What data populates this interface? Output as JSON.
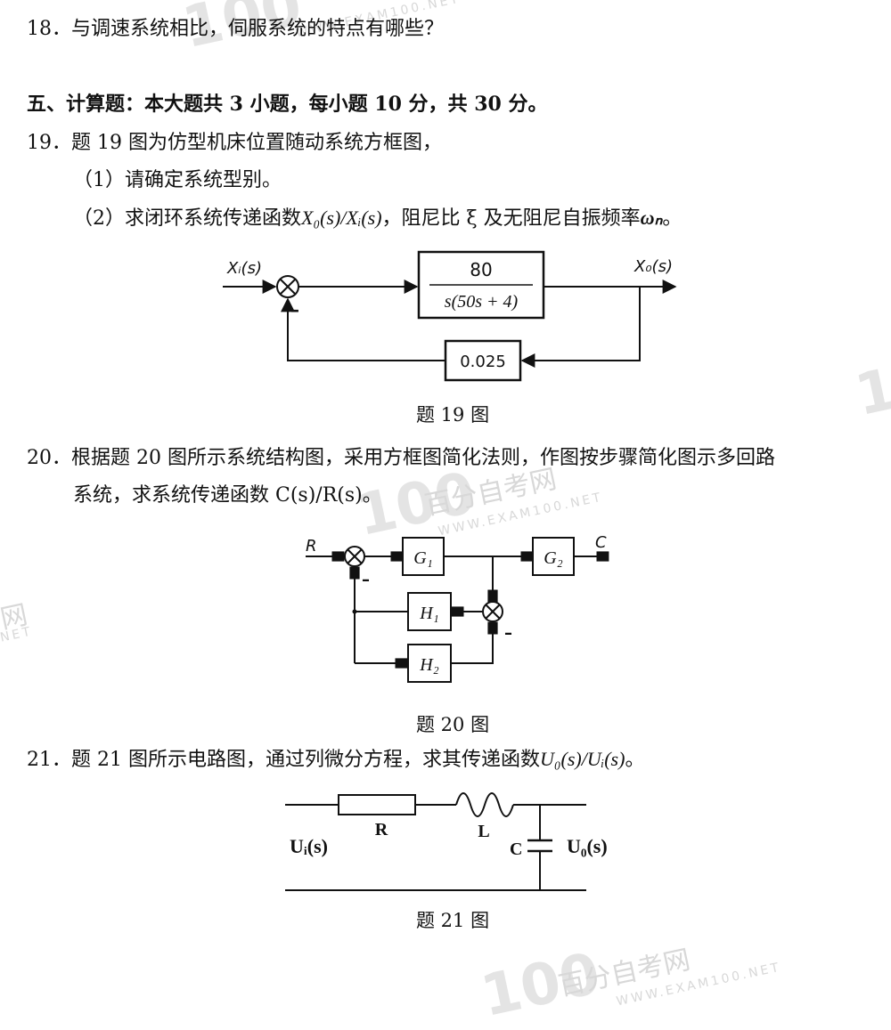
{
  "q18": {
    "text": "18．与调速系统相比，伺服系统的特点有哪些？"
  },
  "section5": {
    "heading": "五、计算题：本大题共 3 小题，每小题 10 分，共 30 分。"
  },
  "q19": {
    "stem": "19．题 19 图为仿型机床位置随动系统方框图，",
    "part1": "（1）请确定系统型别。",
    "part2_pre": "（2）求闭环系统传递函数",
    "part2_func": "X₀(s)/Xᵢ(s)",
    "part2_mid": "，阻尼比 ξ 及无阻尼自振频率",
    "part2_omega": "ωₙ",
    "part2_end": "。",
    "fig": {
      "input": "Xᵢ(s)",
      "output": "X₀(s)",
      "numerator": "80",
      "denominator": "s(50s + 4)",
      "feedback": "0.025",
      "minus": "–"
    },
    "caption": "题 19 图"
  },
  "q20": {
    "line1": "20．根据题 20 图所示系统结构图，采用方框图简化法则，作图按步骤简化图示多回路",
    "line2": "系统，求系统传递函数 C(s)/R(s)。",
    "fig": {
      "R": "R",
      "C": "C",
      "G1": "G₁",
      "G2": "G₂",
      "H1": "H₁",
      "H2": "H₂",
      "minus1": "–",
      "minus2": "–"
    },
    "caption": "题 20 图"
  },
  "q21": {
    "text_pre": "21．题 21 图所示电路图，通过列微分方程，求其传递函数",
    "text_func": "U₀(s)/Uᵢ(s)",
    "text_end": "。",
    "fig": {
      "Ui": "Uᵢ(s)",
      "Uo": "U₀(s)",
      "R": "R",
      "L": "L",
      "C": "C"
    },
    "caption": "题 21 图"
  },
  "watermark": {
    "brand": "百分自考网",
    "site": "WWW.EXAM100.NET",
    "logo": "100",
    "fragment_left": "网",
    "fragment_net": "NET"
  }
}
